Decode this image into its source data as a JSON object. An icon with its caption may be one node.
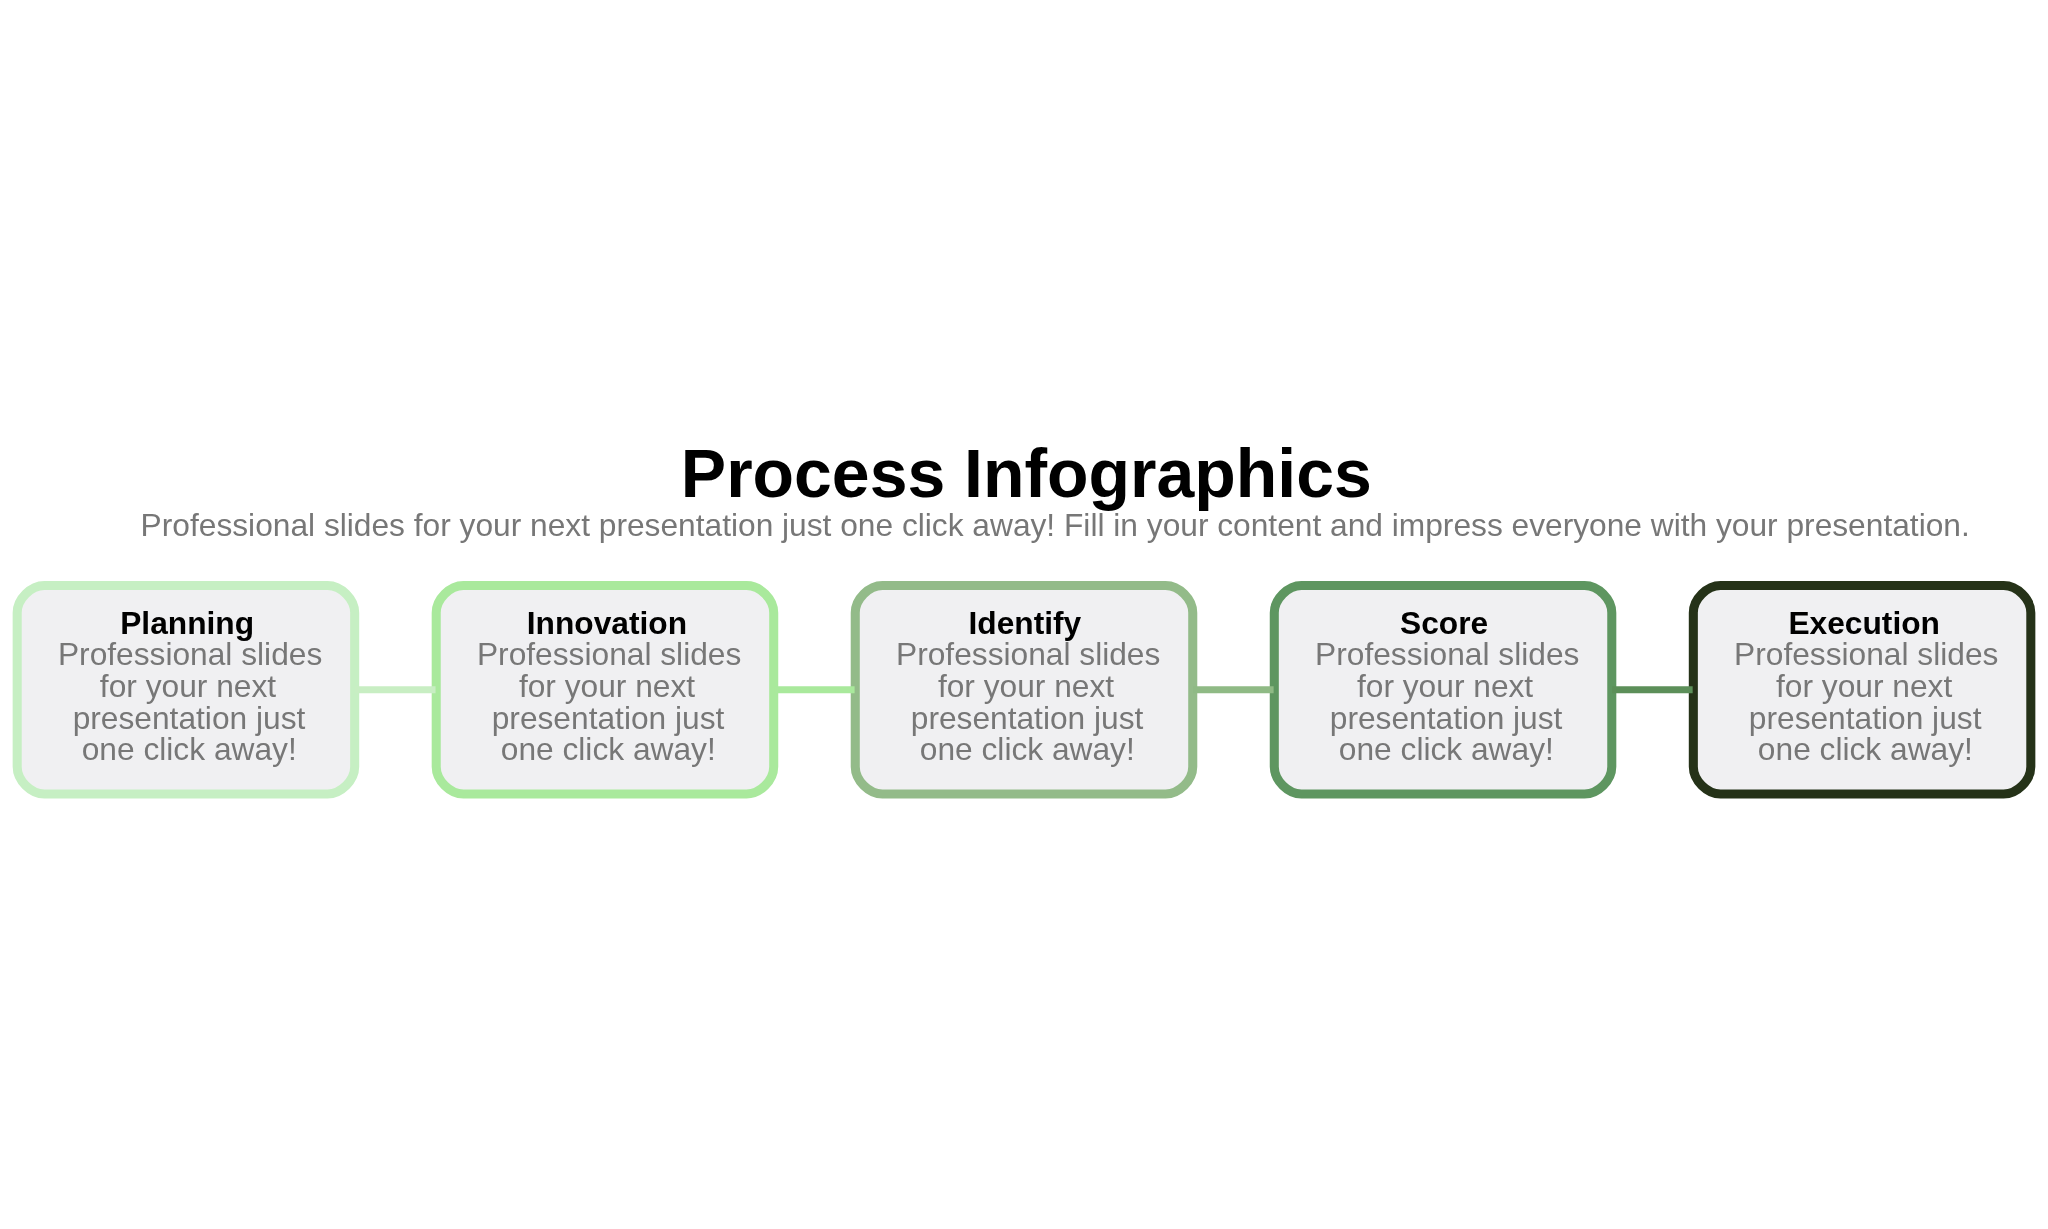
{
  "diagram": {
    "title": "Process Infographics",
    "caption": "Professional slides for your next presentation just one click away! Fill in your content and impress everyone with your presentation.",
    "nodes": [
      {
        "text": [
          "Planning",
          "Professional slides for your next presentation just one click away!"
        ]
      },
      {
        "text": [
          "Innovation",
          "Professional slides for your next presentation just one click away!"
        ]
      },
      {
        "text": [
          "Identify",
          "Professional slides for your next presentation just one click away!"
        ]
      },
      {
        "text": [
          "Score",
          "Professional slides for your next presentation just one click away!"
        ]
      },
      {
        "text": [
          "Execution",
          "Professional slides for your next presentation just one click away!"
        ]
      }
    ],
    "edges": [
      {
        "from": 0,
        "to": 1,
        "arrow": "none",
        "color": "#c8eec3"
      },
      {
        "from": 1,
        "to": 2,
        "arrow": "none",
        "color": "#a9e99c"
      },
      {
        "from": 2,
        "to": 3,
        "arrow": "none",
        "color": "#8fba85"
      },
      {
        "from": 3,
        "to": 4,
        "arrow": "none",
        "color": "#5c8f59"
      }
    ]
  }
}
